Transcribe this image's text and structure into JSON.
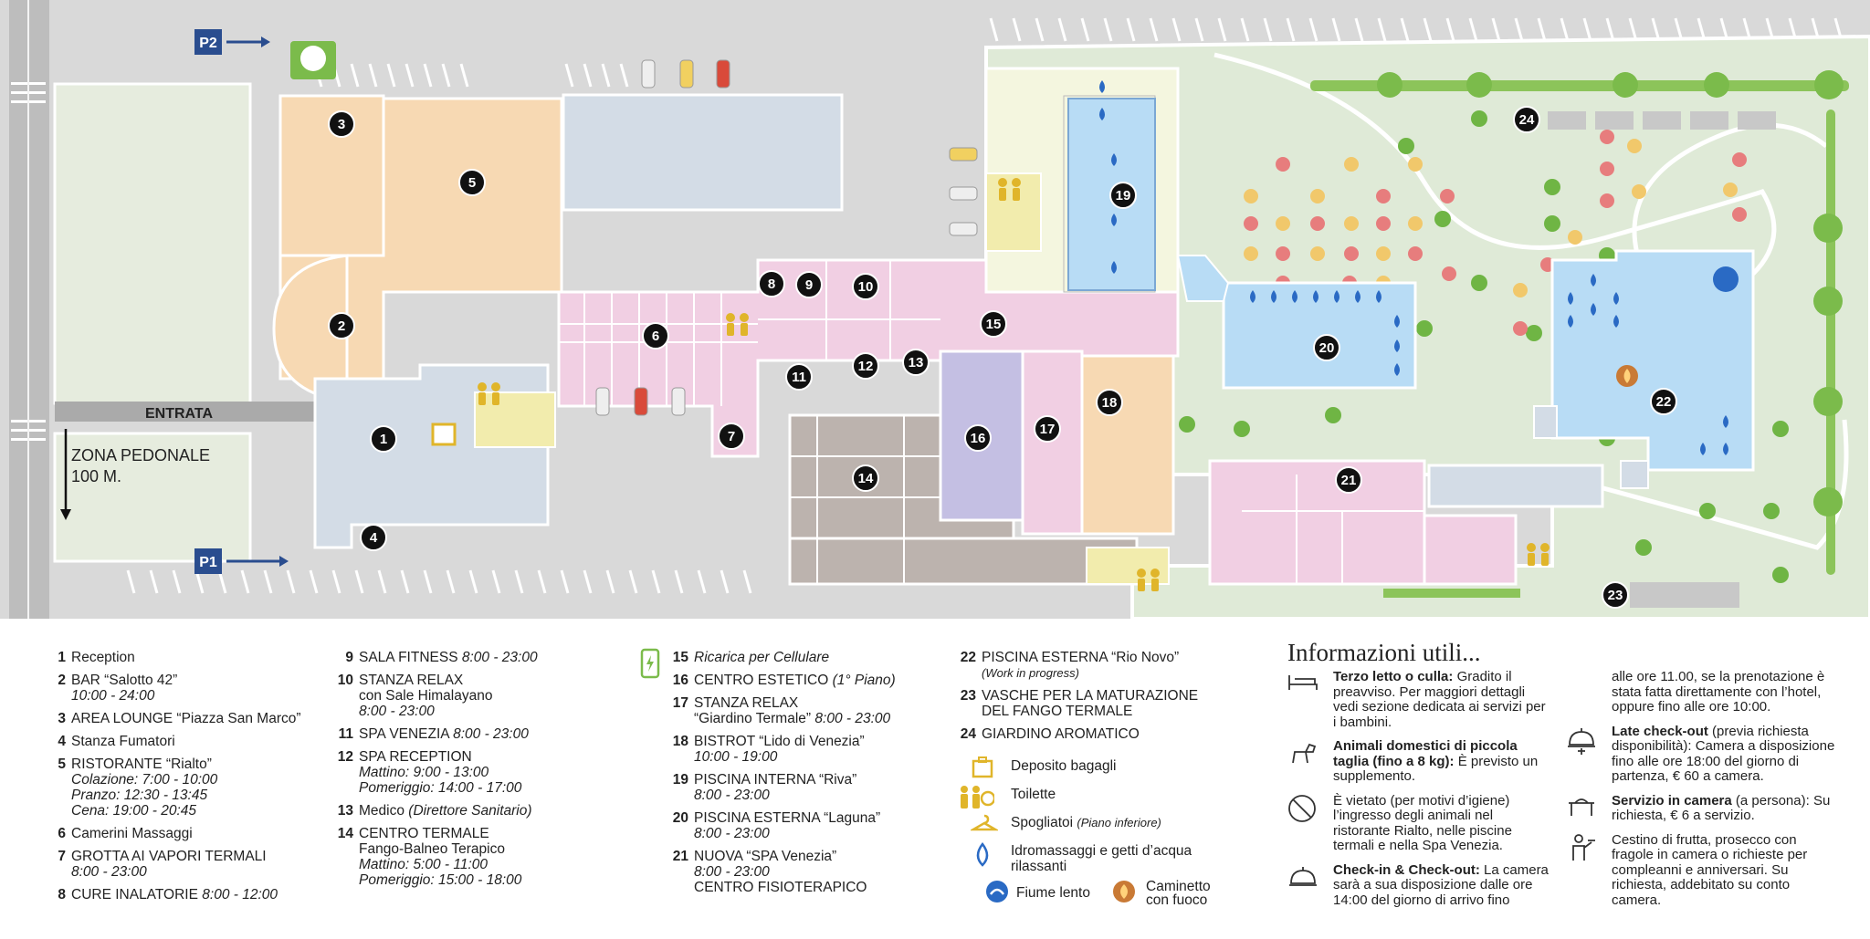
{
  "map": {
    "entrance_label": "ENTRATA",
    "pedestrian_zone": "ZONA PEDONALE",
    "pedestrian_distance": "100 M.",
    "parking": [
      "P2",
      "P1"
    ],
    "markers": [
      "1",
      "2",
      "3",
      "4",
      "5",
      "6",
      "7",
      "8",
      "9",
      "10",
      "11",
      "12",
      "13",
      "14",
      "15",
      "16",
      "17",
      "18",
      "19",
      "20",
      "21",
      "22",
      "23",
      "24"
    ],
    "colors": {
      "grass": "#dfead7",
      "asphalt": "#d6d6d6",
      "orange": "#f7d9b3",
      "blue": "#d3dce6",
      "pink": "#f1cfe3",
      "purple": "#c4bfe3",
      "grey": "#bcb3ae",
      "pool": "#b8dcf5",
      "lawn_light": "#f4f6df"
    }
  },
  "legend": {
    "col1": [
      {
        "n": "1",
        "t": "Reception"
      },
      {
        "n": "2",
        "t": "BAR “Salotto 42”",
        "s": "10:00 - 24:00"
      },
      {
        "n": "3",
        "t": "AREA LOUNGE “Piazza San Marco”"
      },
      {
        "n": "4",
        "t": "Stanza Fumatori"
      },
      {
        "n": "5",
        "t": "RISTORANTE “Rialto”",
        "s1": "Colazione: 7:00 - 10:00",
        "s2": "Pranzo: 12:30 - 13:45",
        "s3": "Cena: 19:00 - 20:45"
      },
      {
        "n": "6",
        "t": "Camerini Massaggi"
      },
      {
        "n": "7",
        "t": "GROTTA AI VAPORI TERMALI",
        "s": "8:00 - 23:00"
      },
      {
        "n": "8",
        "t": "CURE INALATORIE",
        "h": "8:00 - 12:00"
      }
    ],
    "col2": [
      {
        "n": "9",
        "t": "SALA FITNESS",
        "h": "8:00 - 23:00"
      },
      {
        "n": "10",
        "t": "STANZA RELAX",
        "t2": "con Sale Himalayano",
        "s": "8:00 - 23:00"
      },
      {
        "n": "11",
        "t": "SPA VENEZIA",
        "h": "8:00 - 23:00"
      },
      {
        "n": "12",
        "t": "SPA RECEPTION",
        "s1": "Mattino: 9:00 - 13:00",
        "s2": "Pomeriggio: 14:00 - 17:00"
      },
      {
        "n": "13",
        "t": "Medico",
        "h": "(Direttore Sanitario)"
      },
      {
        "n": "14",
        "t": "CENTRO TERMALE",
        "t2": "Fango-Balneo Terapico",
        "s1": "Mattino: 5:00 - 11:00",
        "s2": "Pomeriggio: 15:00 - 18:00"
      }
    ],
    "col3": [
      {
        "n": "15",
        "t": "Ricarica per Cellulare"
      },
      {
        "n": "16",
        "t": "CENTRO ESTETICO",
        "h": "(1° Piano)"
      },
      {
        "n": "17",
        "t": "STANZA RELAX",
        "t2": "“Giardino Termale”",
        "h": "8:00 - 23:00"
      },
      {
        "n": "18",
        "t": "BISTROT “Lido di Venezia”",
        "s": "10:00 - 19:00"
      },
      {
        "n": "19",
        "t": "PISCINA INTERNA “Riva”",
        "s": "8:00 - 23:00"
      },
      {
        "n": "20",
        "t": "PISCINA ESTERNA “Laguna”",
        "s": "8:00 - 23:00"
      },
      {
        "n": "21",
        "t": "NUOVA “SPA Venezia”",
        "s": "8:00 - 23:00",
        "t3": "CENTRO FISIOTERAPICO"
      }
    ],
    "col4": [
      {
        "n": "22",
        "t": "PISCINA ESTERNA “Rio Novo”",
        "s": "(Work in progress)"
      },
      {
        "n": "23",
        "t": "VASCHE PER LA MATURAZIONE",
        "t2": "DEL FANGO TERMALE"
      },
      {
        "n": "24",
        "t": "GIARDINO AROMATICO"
      }
    ],
    "symbols": {
      "luggage": "Deposito bagagli",
      "toilet": "Toilette",
      "lockers": "Spogliatoi",
      "lockers_note": "(Piano inferiore)",
      "whirlpool": "Idromassaggi e getti d’acqua",
      "whirlpool2": "rilassanti",
      "river": "Fiume lento",
      "fire": "Caminetto",
      "fire2": "con fuoco"
    }
  },
  "info": {
    "title": "Informazioni utili...",
    "items": [
      {
        "icon": "bed-icon",
        "b": "Terzo letto o culla:",
        "t": "Gradito il preavviso. Per maggiori dettagli vedi sezione dedicata ai servizi per i bambini."
      },
      {
        "icon": "dog-icon",
        "b": "Animali domestici di piccola taglia (fino a 8 kg):",
        "t": "È previsto un supplemento."
      },
      {
        "icon": "no-dog-icon",
        "b": "",
        "t": "È vietato (per motivi d’igiene) l’ingresso degli animali nel ristorante Rialto, nelle piscine termali e nella Spa Venezia."
      },
      {
        "icon": "bell-icon",
        "b": "Check-in & Check-out:",
        "t": "La camera sarà a sua disposizione dalle ore 14:00 del giorno di arrivo fino"
      }
    ],
    "items2": [
      {
        "icon": "",
        "b": "",
        "t": "alle ore 11.00, se la prenotazione è stata fatta direttamente con l’hotel, oppure fino alle ore 10:00."
      },
      {
        "icon": "late-checkout-icon",
        "b": "Late check-out",
        "t": "(previa richiesta disponibilità): Camera a disposizione fino alle ore 18:00 del giorno di partenza, € 60 a camera."
      },
      {
        "icon": "room-service-icon",
        "b": "Servizio in camera",
        "t": "(a persona): Su richiesta, € 6 a servizio."
      },
      {
        "icon": "waiter-icon",
        "b": "",
        "t": "Cestino di frutta, prosecco con fragole in camera o richieste per compleanni e anniversari. Su richiesta, addebitato su conto camera."
      }
    ]
  }
}
